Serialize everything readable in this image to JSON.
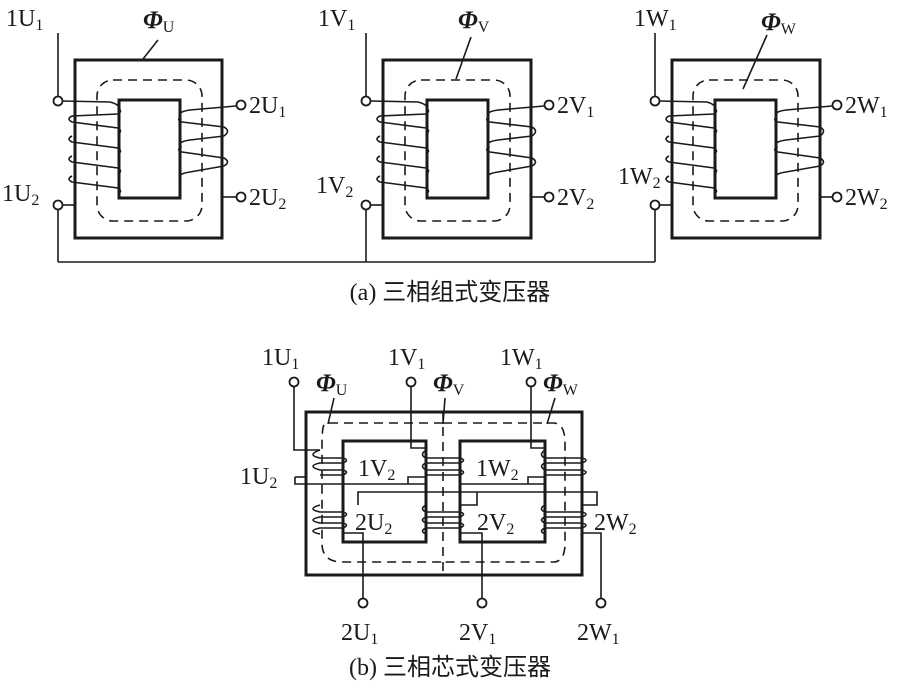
{
  "figure_a": {
    "caption": "(a) 三相组式变压器",
    "phases": [
      {
        "id": "U",
        "flux_symbol": "Φ",
        "flux_sub": "U",
        "primary_start": {
          "main": "1U",
          "sub": "1"
        },
        "primary_end": {
          "main": "1U",
          "sub": "2"
        },
        "secondary_start": {
          "main": "2U",
          "sub": "1"
        },
        "secondary_end": {
          "main": "2U",
          "sub": "2"
        }
      },
      {
        "id": "V",
        "flux_symbol": "Φ",
        "flux_sub": "V",
        "primary_start": {
          "main": "1V",
          "sub": "1"
        },
        "primary_end": {
          "main": "1V",
          "sub": "2"
        },
        "secondary_start": {
          "main": "2V",
          "sub": "1"
        },
        "secondary_end": {
          "main": "2V",
          "sub": "2"
        }
      },
      {
        "id": "W",
        "flux_symbol": "Φ",
        "flux_sub": "W",
        "primary_start": {
          "main": "1W",
          "sub": "1"
        },
        "primary_end": {
          "main": "1W",
          "sub": "2"
        },
        "secondary_start": {
          "main": "2W",
          "sub": "1"
        },
        "secondary_end": {
          "main": "2W",
          "sub": "2"
        }
      }
    ]
  },
  "figure_b": {
    "caption": "(b) 三相芯式变压器",
    "top_terminals": [
      {
        "main": "1U",
        "sub": "1"
      },
      {
        "main": "1V",
        "sub": "1"
      },
      {
        "main": "1W",
        "sub": "1"
      }
    ],
    "flux": [
      {
        "symbol": "Φ",
        "sub": "U"
      },
      {
        "symbol": "Φ",
        "sub": "V"
      },
      {
        "symbol": "Φ",
        "sub": "W"
      }
    ],
    "inner_labels": [
      {
        "main": "1V",
        "sub": "2"
      },
      {
        "main": "1W",
        "sub": "2"
      },
      {
        "main": "2U",
        "sub": "2"
      },
      {
        "main": "2V",
        "sub": "2"
      }
    ],
    "side_labels": [
      {
        "main": "1U",
        "sub": "2"
      },
      {
        "main": "2W",
        "sub": "2"
      }
    ],
    "bottom_terminals": [
      {
        "main": "2U",
        "sub": "1"
      },
      {
        "main": "2V",
        "sub": "1"
      },
      {
        "main": "2W",
        "sub": "1"
      }
    ]
  }
}
